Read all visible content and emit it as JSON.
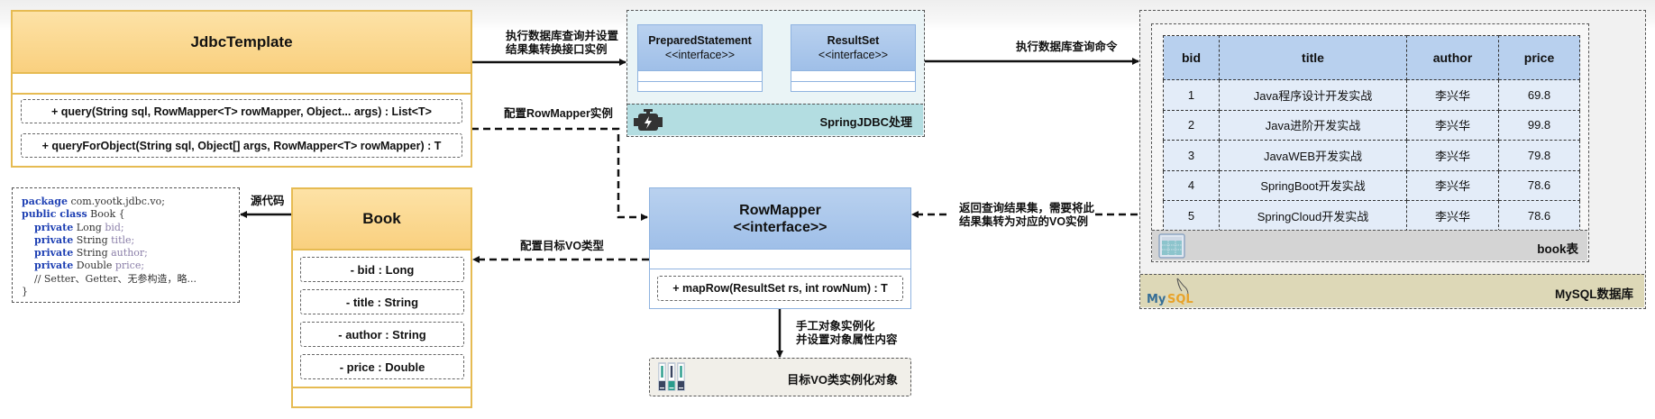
{
  "jdbc_template": {
    "title": "JdbcTemplate",
    "methods": [
      "+ query(String sql, RowMapper<T> rowMapper, Object... args) : List<T>",
      "+ queryForObject(String sql, Object[] args, RowMapper<T> rowMapper) : T"
    ]
  },
  "spring_jdbc": {
    "label": "SpringJDBC处理",
    "icon": "engine-icon",
    "prepared_statement": {
      "name": "PreparedStatement",
      "stereotype": "<<interface>>"
    },
    "result_set": {
      "name": "ResultSet",
      "stereotype": "<<interface>>"
    }
  },
  "row_mapper": {
    "name": "RowMapper",
    "stereotype": "<<interface>>",
    "method": "+ mapRow(ResultSet rs, int rowNum) : T"
  },
  "book": {
    "title": "Book",
    "fields": [
      "- bid : Long",
      "- title : String",
      "- author : String",
      "- price : Double"
    ]
  },
  "source_code": {
    "lines": [
      [
        {
          "t": "package",
          "k": "kw"
        },
        {
          "t": " com.yootk.jdbc.vo;",
          "k": ""
        }
      ],
      [
        {
          "t": "public class",
          "k": "kw"
        },
        {
          "t": " Book {",
          "k": ""
        }
      ],
      [
        {
          "t": "    ",
          "k": ""
        },
        {
          "t": "private",
          "k": "kw"
        },
        {
          "t": " Long ",
          "k": ""
        },
        {
          "t": "bid;",
          "k": "fld"
        }
      ],
      [
        {
          "t": "    ",
          "k": ""
        },
        {
          "t": "private",
          "k": "kw"
        },
        {
          "t": " String ",
          "k": ""
        },
        {
          "t": "title;",
          "k": "fld"
        }
      ],
      [
        {
          "t": "    ",
          "k": ""
        },
        {
          "t": "private",
          "k": "kw"
        },
        {
          "t": " String ",
          "k": ""
        },
        {
          "t": "author;",
          "k": "fld"
        }
      ],
      [
        {
          "t": "    ",
          "k": ""
        },
        {
          "t": "private",
          "k": "kw"
        },
        {
          "t": " Double ",
          "k": ""
        },
        {
          "t": "price;",
          "k": "fld"
        }
      ],
      [
        {
          "t": "    // Setter、Getter、无参构造，略...",
          "k": ""
        }
      ],
      [
        {
          "t": "}",
          "k": ""
        }
      ]
    ]
  },
  "target_vo": {
    "label": "目标VO类实例化对象",
    "icon": "server-rack-icon"
  },
  "mysql": {
    "label": "MySQL数据库",
    "logo": "MySQL",
    "table_label": "book表",
    "table_icon": "table-icon",
    "columns": [
      "bid",
      "title",
      "author",
      "price"
    ],
    "rows": [
      [
        "1",
        "Java程序设计开发实战",
        "李兴华",
        "69.8"
      ],
      [
        "2",
        "Java进阶开发实战",
        "李兴华",
        "99.8"
      ],
      [
        "3",
        "JavaWEB开发实战",
        "李兴华",
        "79.8"
      ],
      [
        "4",
        "SpringBoot开发实战",
        "李兴华",
        "78.6"
      ],
      [
        "5",
        "SpringCloud开发实战",
        "李兴华",
        "78.6"
      ]
    ]
  },
  "connectors": {
    "exec_query_set": [
      "执行数据库查询并设置",
      "结果集转换接口实例"
    ],
    "config_rowmapper": "配置RowMapper实例",
    "exec_command": "执行数据库查询命令",
    "return_result": [
      "返回查询结果集，需要将此",
      "结果集转为对应的VO实例"
    ],
    "source_code": "源代码",
    "config_vo_type": "配置目标VO类型",
    "manual_instantiate": [
      "手工对象实例化",
      "并设置对象属性内容"
    ]
  }
}
